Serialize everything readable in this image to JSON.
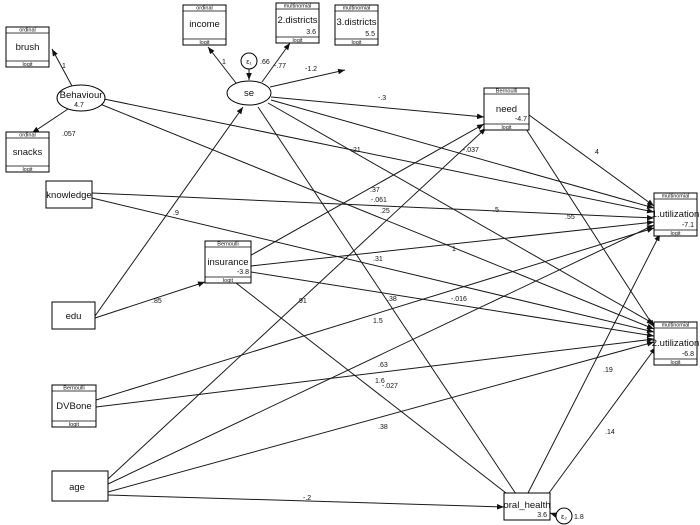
{
  "nodes": {
    "income": {
      "name": "income",
      "header": "ordinal",
      "footer": "logit",
      "value": ""
    },
    "districts2": {
      "name": "2.districts",
      "header": "multinomial",
      "footer": "logit",
      "value": "3.6"
    },
    "districts3": {
      "name": "3.districts",
      "header": "multinomial",
      "footer": "logit",
      "value": "5.5"
    },
    "brush": {
      "name": "brush",
      "header": "ordinal",
      "footer": "logit",
      "value": ""
    },
    "snacks": {
      "name": "snacks",
      "header": "ordinal",
      "footer": "logit",
      "value": ""
    },
    "behaviour": {
      "name": "Behaviour",
      "value": "4.7"
    },
    "se": {
      "name": "se"
    },
    "eps1": {
      "name": "ε₁",
      "value": ".66"
    },
    "eps2": {
      "name": "ε₂",
      "value": "1.8"
    },
    "knowledge": {
      "name": "knowledge"
    },
    "edu": {
      "name": "edu"
    },
    "insurance": {
      "name": "insurance",
      "header": "Bernoulli",
      "footer": "logit",
      "value": "-3.8"
    },
    "need": {
      "name": "need",
      "header": "Bernoulli",
      "footer": "logit",
      "value": "-4.7"
    },
    "dvbone": {
      "name": "DVBone",
      "header": "Bernoulli",
      "footer": "logit",
      "value": ""
    },
    "age": {
      "name": "age"
    },
    "util1": {
      "name": "1.utilization",
      "header": "multinomial",
      "footer": "logit",
      "value": "-7.1"
    },
    "util2": {
      "name": "2.utilization",
      "header": "multinomial",
      "footer": "logit",
      "value": "-6.8"
    },
    "oral": {
      "name": "oral_health",
      "value": "3.6"
    }
  },
  "coefficients": {
    "se_income": "1",
    "se_d2": "-.77",
    "se_d3": "-1.2",
    "beh_brush": "1",
    "beh_snacks": ".057",
    "se_need": "-.3",
    "se_util1": "-.037",
    "beh_util1": ".21",
    "need_util1": "4",
    "need_util2": ".55",
    "ins_need": ".37",
    "edu_se": ".9",
    "edu_ins": ".85",
    "know_util1": ".5",
    "know_util2": ".31",
    "ins_util1": "1",
    "ins_util2": "-.016",
    "ins_oral": ".38",
    "se_oral": "1.5",
    "se_util2": ".25",
    "beh_util2": "-.061",
    "age_need": ".91",
    "age_util1": ".63",
    "dv_util1": "1.6",
    "dv_util2": "-.027",
    "age_util2": ".38",
    "age_oral": "-.2",
    "oral_util1": ".19",
    "oral_util2": ".14"
  }
}
